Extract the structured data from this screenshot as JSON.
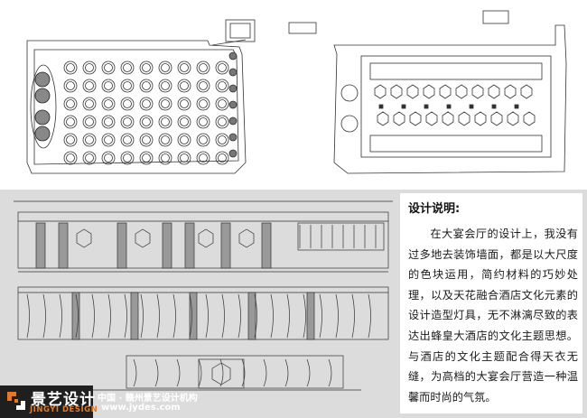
{
  "description": {
    "title": "设计说明:",
    "body": "在大宴会厅的设计上，我没有过多地去装饰墙面，都是以大尺度的色块运用，简约材料的巧妙处理，以及天花融合酒店文化元素的设计造型灯具，无不淋漓尽致的表达出蜂皇大酒店的文化主题思想。与酒店的文化主题配合得天衣无缝，为高档的大宴会厅营造一种温馨而时尚的气氛。"
  },
  "branding": {
    "logo_cn": "景艺设计",
    "logo_en": "JINGYI DESIGN",
    "org": "中国 · 赣州景艺设计机构",
    "url": "www.jydes.com"
  },
  "colors": {
    "bottom_background": "#dcdcdc",
    "logo_background": "#1f1f1f",
    "logo_accent": "#e07a2a",
    "line": "#333333"
  },
  "icons": {
    "logo_mark": "logo-mark-icon"
  }
}
